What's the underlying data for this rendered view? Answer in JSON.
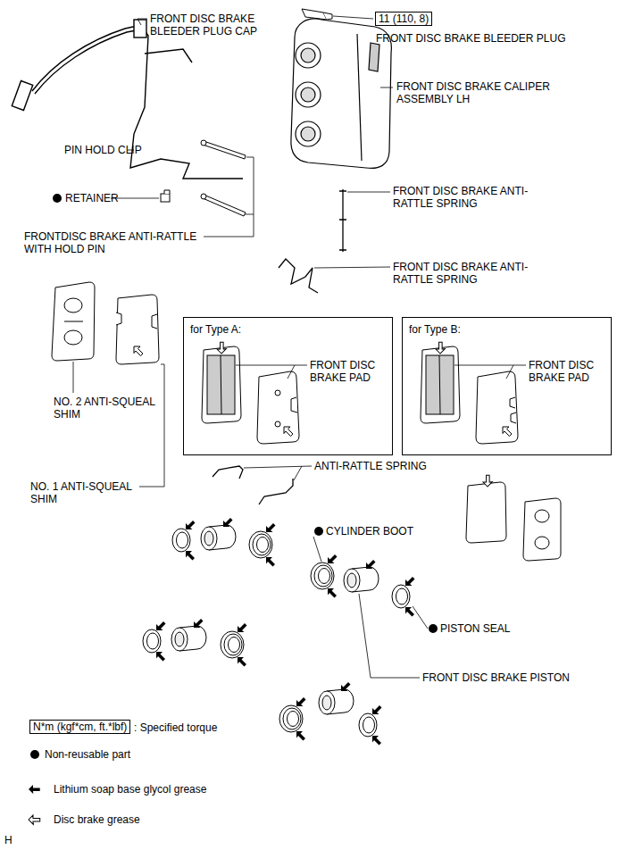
{
  "diagram": {
    "nodes": [
      {
        "text": [
          "11 (110, 8)"
        ]
      },
      {
        "text": [
          "for Type A:",
          "FRONT DISC BRAKE PAD"
        ]
      },
      {
        "text": [
          "for Type B:",
          "FRONT DISC BRAKE PAD"
        ]
      },
      {
        "text": [
          "N*m (kgf*cm, ft.*lbf)"
        ]
      }
    ],
    "labels": [
      "FRONT DISC BRAKE BLEEDER PLUG CAP",
      "FRONT DISC BRAKE BLEEDER PLUG",
      "FRONT DISC BRAKE CALIPER ASSEMBLY LH",
      "PIN HOLD CLIP",
      "RETAINER",
      "FRONTDISC BRAKE ANTI-RATTLE WITH HOLD PIN",
      "FRONT DISC BRAKE ANTI-RATTLE SPRING",
      "FRONT DISC BRAKE ANTI-RATTLE SPRING",
      "NO. 2 ANTI-SQUEAL SHIM",
      "NO. 1 ANTI-SQUEAL SHIM",
      "ANTI-RATTLE SPRING",
      "CYLINDER BOOT",
      "PISTON SEAL",
      "FRONT DISC BRAKE PISTON",
      "H"
    ],
    "legend": [
      {
        "text": ": Specified torque"
      },
      {
        "text": "Non-reusable part"
      },
      {
        "text": "Lithium soap base glycol grease"
      },
      {
        "text": "Disc brake grease"
      }
    ]
  }
}
